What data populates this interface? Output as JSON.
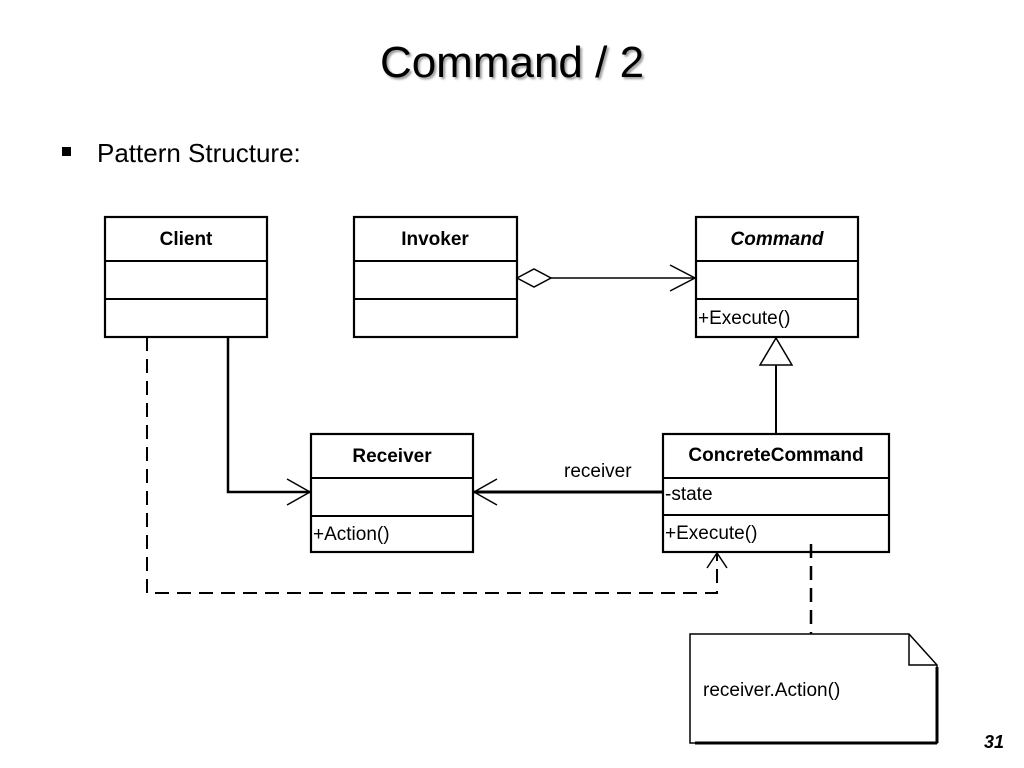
{
  "slide": {
    "title": "Command / 2",
    "bullet": "Pattern Structure:",
    "page_number": "31"
  },
  "diagram": {
    "classes": {
      "client": {
        "name": "Client"
      },
      "invoker": {
        "name": "Invoker"
      },
      "command": {
        "name": "Command",
        "operation": "+Execute()"
      },
      "receiver": {
        "name": "Receiver",
        "operation": "+Action()"
      },
      "concrete_command": {
        "name": "ConcreteCommand",
        "attribute": "-state",
        "operation": "+Execute()"
      }
    },
    "association_label": "receiver",
    "note_text": "receiver.Action()"
  }
}
